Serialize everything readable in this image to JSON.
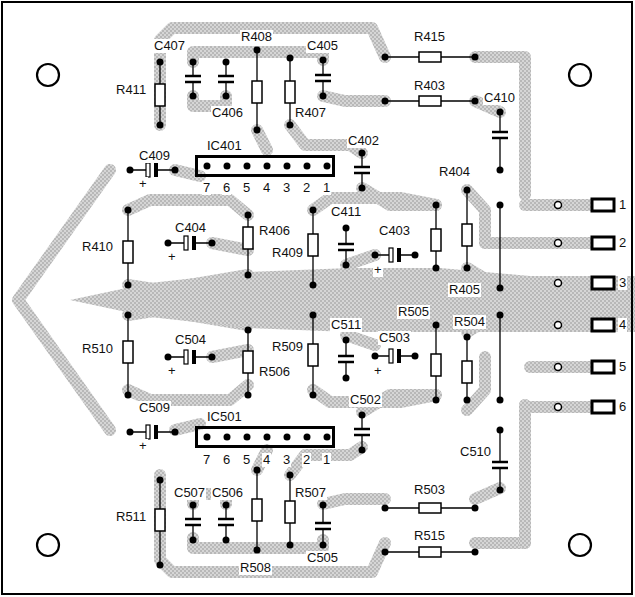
{
  "diagram": {
    "nodes": [
      {
        "text": [
          "IC401"
        ]
      },
      {
        "text": [
          "IC501"
        ]
      }
    ],
    "labels": [
      "R408",
      "C407",
      "C405",
      "R415",
      "R411",
      "R403",
      "C406",
      "R407",
      "C410",
      "C402",
      "C409",
      "+",
      "7",
      "6",
      "5",
      "4",
      "3",
      "2",
      "1",
      "R404",
      "1",
      "C404",
      "R406",
      "C411",
      "C403",
      "2",
      "R410",
      "R409",
      "+",
      "+",
      "3",
      "R405",
      "R505",
      "R504",
      "C511",
      "4",
      "C503",
      "C504",
      "R510",
      "R509",
      "5",
      "+",
      "+",
      "R506",
      "C502",
      "C509",
      "6",
      "+",
      "7",
      "6",
      "5",
      "4",
      "3",
      "2",
      "1",
      "C510",
      "C507",
      "C506",
      "R507",
      "R503",
      "R511",
      "R515",
      "C505",
      "R508"
    ]
  }
}
